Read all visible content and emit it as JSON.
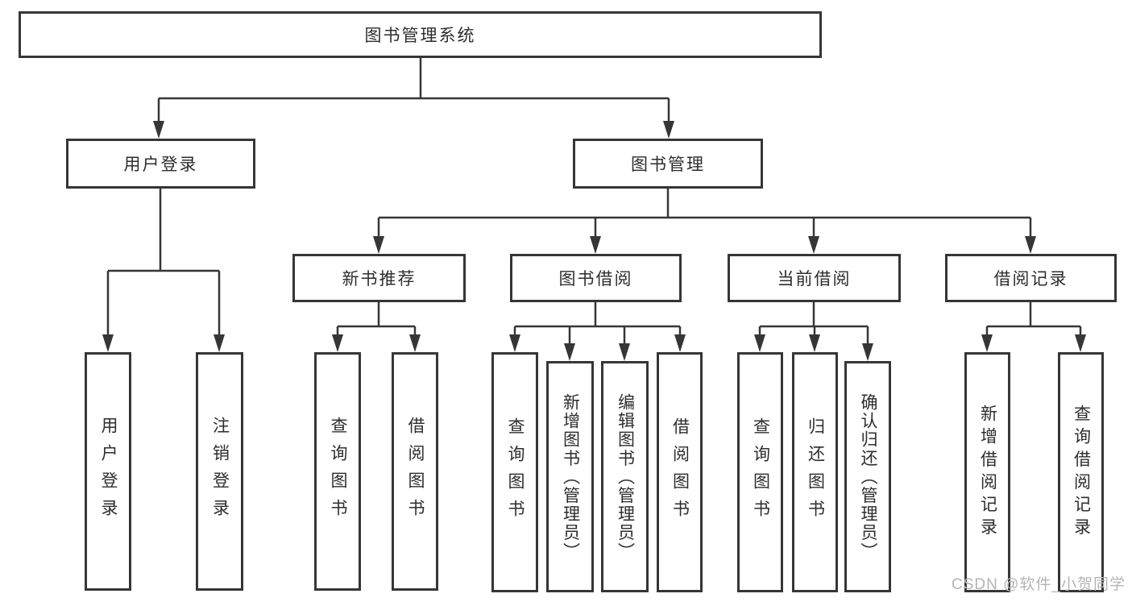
{
  "tree": {
    "label": "图书管理系统",
    "children": [
      {
        "label": "用户登录",
        "children": [
          {
            "label": "用户登录"
          },
          {
            "label": "注销登录"
          }
        ]
      },
      {
        "label": "图书管理",
        "children": [
          {
            "label": "新书推荐",
            "children": [
              {
                "label": "查询图书"
              },
              {
                "label": "借阅图书"
              }
            ]
          },
          {
            "label": "图书借阅",
            "children": [
              {
                "label": "查询图书"
              },
              {
                "label": "新增图书（管理员）"
              },
              {
                "label": "编辑图书（管理员）"
              },
              {
                "label": "借阅图书"
              }
            ]
          },
          {
            "label": "当前借阅",
            "children": [
              {
                "label": "查询图书"
              },
              {
                "label": "归还图书"
              },
              {
                "label": "确认归还（管理员）"
              }
            ]
          },
          {
            "label": "借阅记录",
            "children": [
              {
                "label": "新增借阅记录"
              },
              {
                "label": "查询借阅记录"
              }
            ]
          }
        ]
      }
    ]
  },
  "watermark": "CSDN @软件_小贺同学",
  "colors": {
    "line": "#363636",
    "watermark": "#b5b5b5"
  }
}
